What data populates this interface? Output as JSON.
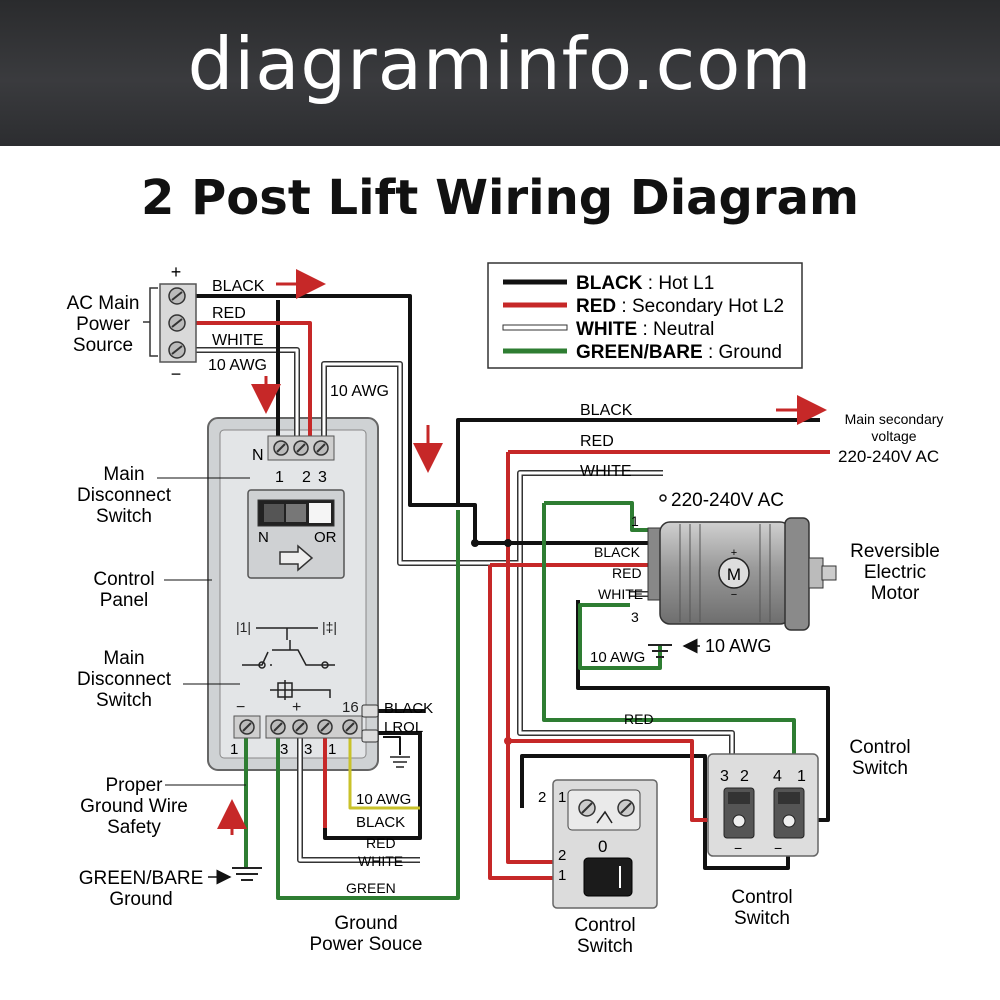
{
  "banner": {
    "site": "diagraminfo.com"
  },
  "title": "2 Post Lift Wiring Diagram",
  "legend": {
    "items": [
      {
        "color_name": "BLACK",
        "desc": " : Hot L1",
        "color": "#111111"
      },
      {
        "color_name": "RED",
        "desc": " : Secondary Hot L2",
        "color": "#c62828"
      },
      {
        "color_name": "WHITE",
        "desc": " : Neutral",
        "color": "#ffffff"
      },
      {
        "color_name": "GREEN/BARE",
        "desc": " : Ground",
        "color": "#2e7d32"
      }
    ]
  },
  "source": {
    "label_l1": "AC Main",
    "label_l2": "Power",
    "label_l3": "Source",
    "plus": "+",
    "minus": "−",
    "wire_black": "BLACK",
    "wire_red": "RED",
    "wire_white": "WHITE",
    "gauge": "10 AWG"
  },
  "panel": {
    "gauge_top": "10 AWG",
    "terminal_n": "N",
    "terminal_1": "1",
    "terminal_2": "2",
    "terminal_3": "3",
    "switch_n": "N",
    "switch_or": "OR",
    "bottom_minus": "−",
    "bottom_plus": "+",
    "bottom_16": "16",
    "bottom_t1": "1",
    "bottom_t3a": "3",
    "bottom_t3b": "3",
    "bottom_t1b": "1",
    "side_black": "BLACK",
    "side_lrol": "LROL",
    "inner_gauge": "10 AWG",
    "inner_black": "BLACK",
    "inner_red": "RED",
    "inner_white": "WHITE",
    "inner_green": "GREEN"
  },
  "left_labels": {
    "main_disconnect_1": {
      "l1": "Main",
      "l2": "Disconnect",
      "l3": "Switch"
    },
    "control_panel": {
      "l1": "Control",
      "l2": "Panel"
    },
    "main_disconnect_2": {
      "l1": "Main",
      "l2": "Disconnect",
      "l3": "Switch"
    },
    "ground_safety": {
      "l1": "Proper",
      "l2": "Ground Wire",
      "l3": "Safety"
    },
    "ground_bare": {
      "l1": "GREEN/BARE",
      "l2": "Ground"
    },
    "ground_power": {
      "l1": "Ground",
      "l2": "Power Souce"
    }
  },
  "motor": {
    "title_l1": "Reversible",
    "title_l2": "Electric",
    "title_l3": "Motor",
    "symbol": "M",
    "wire_black": "BLACK",
    "wire_red": "RED",
    "wire_white": "WHITE",
    "t1": "1",
    "t3": "3",
    "gauge_inner": "10 AWG",
    "gauge_right": "10 AWG"
  },
  "supply_right": {
    "black": "BLACK",
    "red": "RED",
    "white": "WHITE",
    "note_l1": "Main secondary",
    "note_l2": "voltage",
    "voltage_1": "220-240V AC",
    "voltage_2": "220-240V AC"
  },
  "control_switch_right": {
    "title_l1": "Control",
    "title_l2": "Switch",
    "bottom_l1": "Control",
    "bottom_l2": "Switch",
    "t3": "3",
    "t2": "2",
    "t4": "4",
    "t1": "1",
    "minus_a": "−",
    "minus_b": "−",
    "wire_red": "RED"
  },
  "control_switch_center": {
    "title_l1": "Control",
    "title_l2": "Switch",
    "t2": "2",
    "t1": "1",
    "t2b": "2",
    "t1b": "1",
    "zero": "0"
  }
}
